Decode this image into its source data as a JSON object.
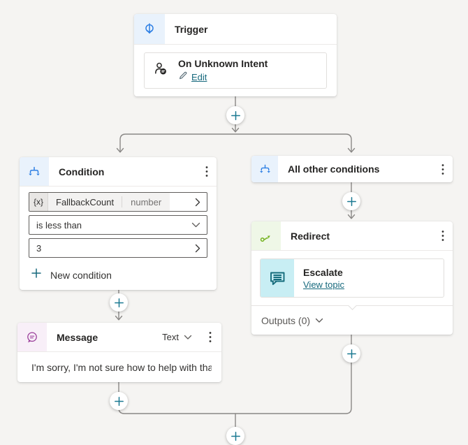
{
  "flow": {
    "trigger": {
      "title": "Trigger",
      "intent": {
        "name": "On Unknown Intent",
        "edit_label": "Edit"
      }
    },
    "condition": {
      "title": "Condition",
      "variable": {
        "symbol": "{x}",
        "name": "FallbackCount",
        "type": "number"
      },
      "operator": "is less than",
      "value": "3",
      "new_condition_label": "New condition"
    },
    "all_other_conditions": {
      "title": "All other conditions"
    },
    "redirect": {
      "title": "Redirect",
      "topic_name": "Escalate",
      "topic_link": "View topic",
      "outputs_label": "Outputs (0)"
    },
    "message": {
      "title": "Message",
      "format": "Text",
      "text": "I'm sorry, I'm not sure how to help with that...."
    }
  },
  "icons": {
    "trigger": "trigger-arrow-circle-icon",
    "condition": "branch-split-icon",
    "redirect": "redirect-arrow-icon",
    "message": "speech-bubble-icon",
    "intent": "person-chat-icon",
    "escalate": "chat-lines-icon",
    "edit": "pencil-icon",
    "menu": "kebab-menu-icon",
    "add": "plus-icon"
  },
  "colors": {
    "canvas_bg": "#f5f4f2",
    "connector": "#8a8886",
    "accent_teal": "#17697d",
    "plus_teal": "#1a7991",
    "node_blue": "#2f80e4",
    "node_green": "#74b21f",
    "node_purple": "#9a3d9a",
    "escalate_teal": "#146c7c",
    "field_border": "#605e5c"
  }
}
